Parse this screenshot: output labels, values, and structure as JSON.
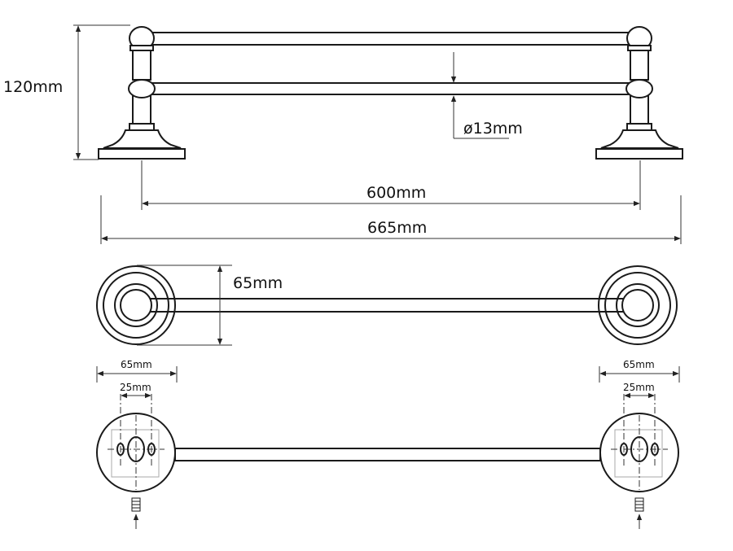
{
  "colors": {
    "line": "#1a1a1a",
    "dim": "#333333",
    "background": "#ffffff"
  },
  "dimensions": {
    "height": "120mm",
    "rod_diameter": "ø13mm",
    "rod_length": "600mm",
    "overall_length": "665mm",
    "base_diameter": "65mm",
    "left_base_width": "65mm",
    "left_hole_spacing": "25mm",
    "right_base_width": "65mm",
    "right_hole_spacing": "25mm"
  }
}
